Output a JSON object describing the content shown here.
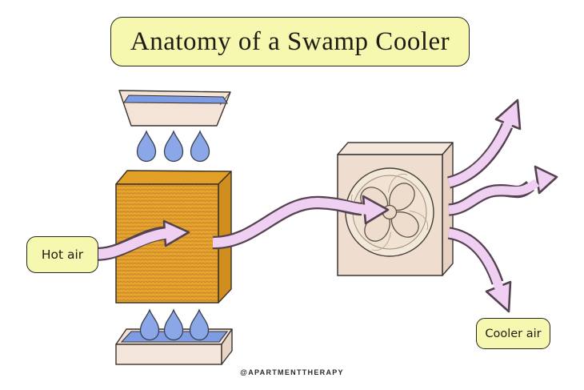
{
  "title": {
    "text": "Anatomy of a Swamp Cooler"
  },
  "labels": {
    "hot_air": "Hot air",
    "cooler_air": "Cooler air"
  },
  "watermark": "@APARTMENTTHERAPY",
  "colors": {
    "background": "#ffffff",
    "label_fill": "#f5f8ae",
    "label_border": "#26261c",
    "water_blue": "#7e9ce4",
    "droplet_blue": "#8ba7e8",
    "tray_cream": "#f4e4d8",
    "pad_orange": "#e7a72b",
    "pad_orange_dark": "#d08e1e",
    "fan_box_cream": "#efddd0",
    "fan_blade_cream": "#eeddcd",
    "arrow_pink": "#efd0f2",
    "arrow_outline": "#54424f"
  },
  "diagram": {
    "components": [
      {
        "name": "top-water-tray"
      },
      {
        "name": "water-droplets-top"
      },
      {
        "name": "evaporative-pad"
      },
      {
        "name": "hot-air-arrow"
      },
      {
        "name": "pad-to-fan-arrow"
      },
      {
        "name": "fan-unit"
      },
      {
        "name": "outflow-arrows"
      },
      {
        "name": "water-droplets-bottom"
      },
      {
        "name": "bottom-water-tray"
      }
    ]
  }
}
